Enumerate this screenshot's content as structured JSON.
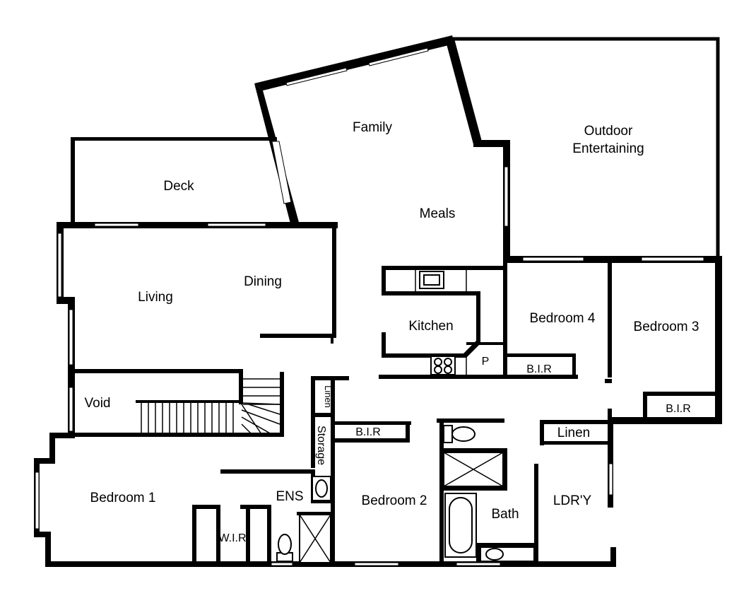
{
  "rooms": {
    "family": "Family",
    "outdoor_1": "Outdoor",
    "outdoor_2": "Entertaining",
    "deck": "Deck",
    "meals": "Meals",
    "living": "Living",
    "dining": "Dining",
    "kitchen": "Kitchen",
    "bedroom4": "Bedroom 4",
    "bedroom3": "Bedroom 3",
    "pantry": "P",
    "bir_bed4": "B.I.R",
    "bir_bed3": "B.I.R",
    "bir_bed2": "B.I.R",
    "void": "Void",
    "linen_left": "Linen",
    "storage": "Storage",
    "linen_right": "Linen",
    "bedroom1": "Bedroom 1",
    "ens": "ENS",
    "wir": "W.I.R",
    "bedroom2": "Bedroom 2",
    "bath": "Bath",
    "laundry": "LDR'Y"
  }
}
